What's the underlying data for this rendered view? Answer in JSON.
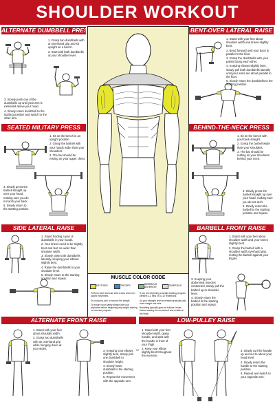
{
  "title": "SHOULDER WORKOUT",
  "colors": {
    "banner": "#c1121f",
    "deltoids": "#e6e62e",
    "triceps": "#2f8fd8",
    "serratus": "#74c48c",
    "trapezius": "#d8d8d8",
    "highlight": "#e3df52"
  },
  "sections": [
    {
      "key": "alt_db_press",
      "title": "ALTERNATE DUMBBELL PRESS",
      "steps": [
        "1. Grasp two dumbbells with an overhand grip and sit upright on a bench.",
        "2. Start with both dumbbells at your shoulder level.",
        "3. Slowly push one of the dumbbells up until your arm is extended above your head.",
        "4. Slowly return dumbbell to the starting position and switch to the other arm."
      ]
    },
    {
      "key": "bent_over_lateral",
      "title": "BENT-OVER LATERAL RAISE",
      "steps": [
        "1. Stand with your feet about shoulder width and knees slightly bent.",
        "2. Bend forward until your back is parallel to the floor.",
        "3. Grasp the dumbbells with your palms facing each other.",
        "4. Keeping elbows slightly bent, slowly pull both dumbbells laterally until your arms are about parallel to the floor.",
        "5. Slowly return the dumbbells to the starting position."
      ]
    },
    {
      "key": "seated_military",
      "title": "SEATED MILITARY PRESS",
      "steps": [
        "1. Sit on the bench in an upright position.",
        "2. Grasp the barbell with your hands wider than your shoulders.",
        "3. The bar should be resting on your upper chest.",
        "4. Slowly press the barbell straight up over your head, making sure you do not arch your back.",
        "5. Slowly return to the starting position."
      ]
    },
    {
      "key": "behind_neck",
      "title": "BEHIND-THE-NECK PRESS",
      "steps": [
        "1. Sit on the bench with your back straight.",
        "2. Grasp the barbell wider than your shoulders.",
        "3. The bar should be resting on your shoulders behind your neck.",
        "4. Slowly press the barbell straight up over your head, making sure you do not arch.",
        "5. Slowly return the barbell to the starting position and repeat."
      ]
    },
    {
      "key": "side_lateral",
      "title": "SIDE LATERAL RAISE",
      "steps": [
        "1. Stand holding a pair of dumbbells in your hands.",
        "2. Your knees need to be slightly bent and feet no wider than shoulder width.",
        "3. Slowly raise both dumbbells laterally, keeping your elbows slightly bent.",
        "4. Raise the dumbbells to your shoulder level.",
        "5. Slowly return to the starting position and repeat."
      ]
    },
    {
      "key": "barbell_front",
      "title": "BARBELL FRONT RAISE",
      "steps": [
        "1. Stand with your feet about shoulder width and your knees slightly bent.",
        "2. Grasp the barbell with a shoulder width overhand grip, resting the barbell against your thighs.",
        "3. Keeping your abdominal muscles contracted, slowly pull the barbell up to shoulder level.",
        "4. Slowly return the barbell to the starting position and repeat."
      ]
    },
    {
      "key": "alt_front",
      "title": "ALTERNATE FRONT RAISE",
      "steps": [
        "1. Stand with your feet about shoulder width.",
        "2. Grasp two dumbbells with an overhand grip while hanging down at your sides.",
        "3. Keeping your elbows slightly bent, slowly pull one dumbbell to shoulder height.",
        "4. Slowly lower dumbbell to the starting position.",
        "5. Repeat the movement with the opposite arm."
      ]
    },
    {
      "key": "low_pulley",
      "title": "LOW-PULLEY RAISE",
      "steps": [
        "1. Stand with your feet shoulder width, grasp handle, and start with the handle in front of your thigh.",
        "2. Keep your elbow slightly bent throughout the exercise.",
        "3. Slowly curl the handle up and out to about your head level.",
        "4. Slowly return the handle to the starting position.",
        "5. Repeat and switch to your opposite arm."
      ]
    }
  ],
  "legend": {
    "title": "MUSCLE COLOR CODE",
    "swatches": [
      {
        "label": "DELTOIDS",
        "color": "#e6e62e"
      },
      {
        "label": "TRICEPS",
        "color": "#2f8fd8"
      },
      {
        "label": "SERRATUS ANTERIOR",
        "color": "#74c48c"
      },
      {
        "label": "TRAPEZIUS",
        "color": "#d8d8d8"
      }
    ],
    "tips": [
      "Perform each exercise with a slow and even paced movement.",
      "Do not jump, jerk or bounce the weight.",
      "To ensure your safety please use your physician before beginning any weight training or exercise program.",
      "If you are beginning a weight training program perform 2-3 sets of 10-12 repetitions.",
      "As your strength level increases gradually add more weight and sets.",
      "Breathing typically goes as follows: inhale before starting the movement and exhale at the finish."
    ]
  }
}
